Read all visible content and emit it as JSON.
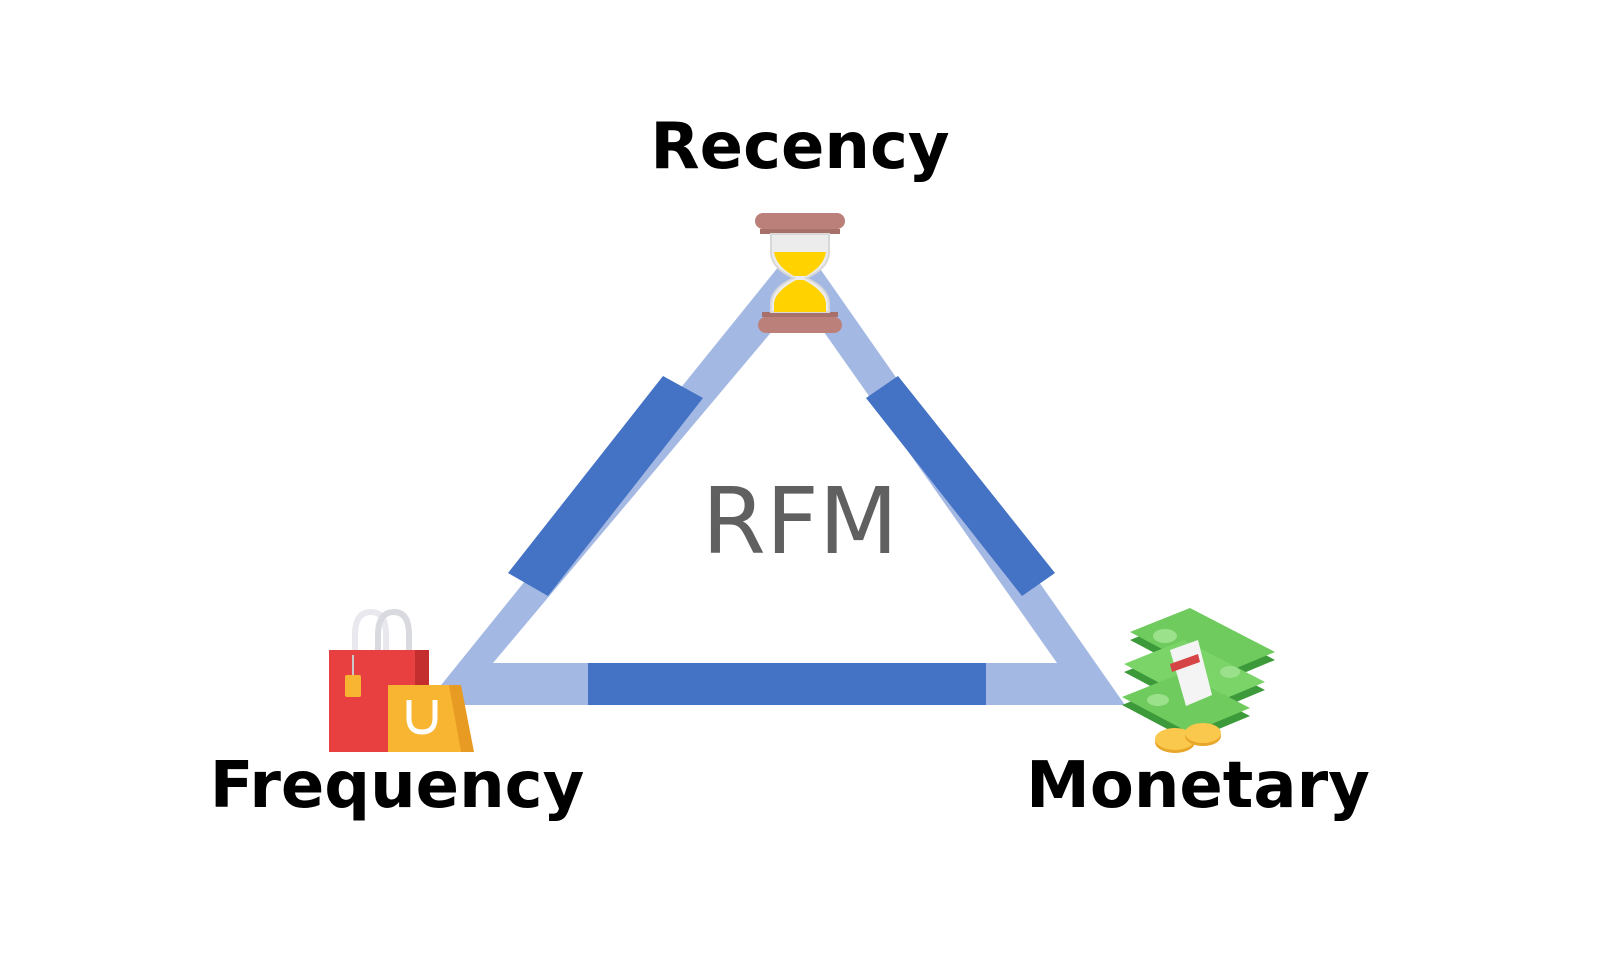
{
  "labels": {
    "center": "RFM",
    "top": "Recency",
    "left": "Frequency",
    "right": "Monetary"
  },
  "icons": {
    "top": "hourglass-icon",
    "left": "shopping-bags-icon",
    "right": "money-stack-icon"
  },
  "colors": {
    "edge_dark": "#4472C4",
    "edge_light": "#A3B8E3",
    "text": "#000000",
    "center_text": "#606060"
  }
}
